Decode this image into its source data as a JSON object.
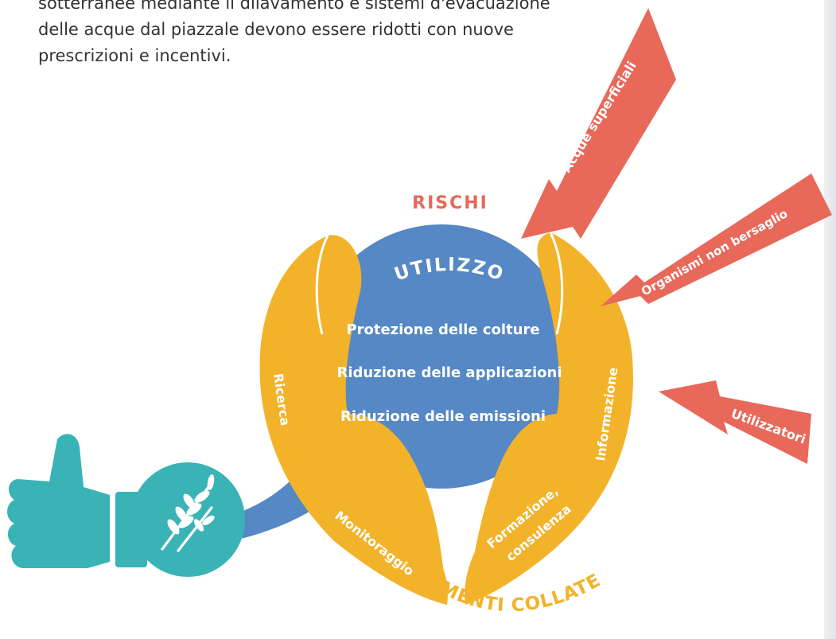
{
  "intro_lines": [
    "sotterranee mediante il dilavamento e sistemi d'evacuazione",
    "delle acque dal piazzale devono essere ridotti con nuove",
    "prescrizioni e incentivi."
  ],
  "diagram": {
    "center_title": "UTILIZZO",
    "center_items": [
      "Protezione delle colture",
      "Riduzione delle applicazioni",
      "Riduzione delle emissioni"
    ],
    "risks_title": "RISCHI",
    "risks": [
      "Acque superficiali",
      "Organismi non bersaglio",
      "Utilizzatori"
    ],
    "tools_title": "STRUMENTI COLLATERALI",
    "tools": [
      "Ricerca",
      "Monitoraggio",
      "Formazione,",
      "consulenza",
      "Informazione"
    ],
    "icons": [
      "thumbs-up-icon",
      "wheat-icon"
    ],
    "colors": {
      "globe": "#5588c4",
      "hands": "#f2b22a",
      "risk": "#e8685a",
      "icon": "#3ab3b7",
      "text_body": "#333333",
      "label_light": "#ffffff"
    }
  }
}
